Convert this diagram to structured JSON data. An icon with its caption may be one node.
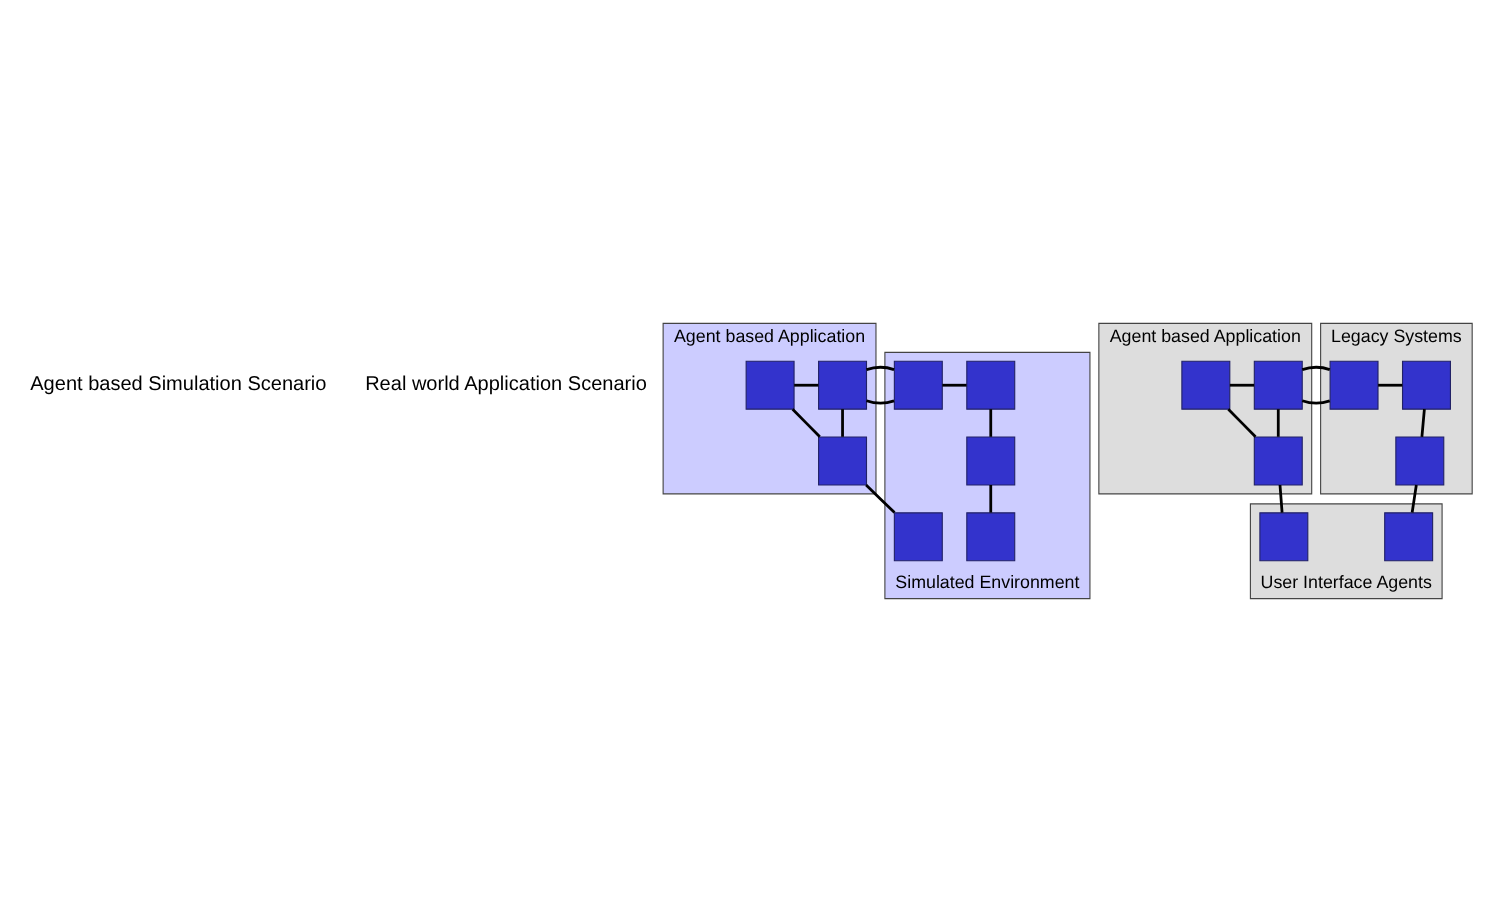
{
  "diagram": {
    "nodes": [
      {
        "text": [
          "Agent based Application"
        ]
      },
      {
        "text": [],
        "shape": "box",
        "in": 0
      },
      {
        "text": [],
        "shape": "box",
        "in": 0
      },
      {
        "text": [],
        "shape": "box",
        "in": 0
      },
      {
        "text": [
          "Simulated Environment"
        ]
      },
      {
        "text": [],
        "shape": "box",
        "in": 4
      },
      {
        "text": [],
        "shape": "box",
        "in": 4
      },
      {
        "text": [],
        "shape": "box",
        "in": 4
      },
      {
        "text": [],
        "shape": "box",
        "in": 4
      },
      {
        "text": [],
        "shape": "box",
        "in": 4
      },
      {
        "text": [
          "Agent based Application"
        ]
      },
      {
        "text": [],
        "shape": "box",
        "in": 10
      },
      {
        "text": [],
        "shape": "box",
        "in": 10
      },
      {
        "text": [],
        "shape": "box",
        "in": 10
      },
      {
        "text": [
          "Legacy Systems"
        ]
      },
      {
        "text": [],
        "shape": "box",
        "in": 14
      },
      {
        "text": [],
        "shape": "box",
        "in": 14
      },
      {
        "text": [],
        "shape": "box",
        "in": 14
      },
      {
        "text": [
          "User Interface Agents"
        ]
      },
      {
        "text": [],
        "shape": "box",
        "in": 18
      },
      {
        "text": [],
        "shape": "box",
        "in": 18
      }
    ],
    "edges": [
      {
        "from": 1,
        "to": 2,
        "arrow": "none"
      },
      {
        "from": 2,
        "to": 5,
        "arrow": "none"
      },
      {
        "from": 5,
        "to": 6,
        "arrow": "none"
      },
      {
        "from": 1,
        "to": 3,
        "arrow": "none"
      },
      {
        "from": 2,
        "to": 3,
        "arrow": "none"
      },
      {
        "from": 6,
        "to": 7,
        "arrow": "none"
      },
      {
        "from": 3,
        "to": 8,
        "arrow": "none"
      },
      {
        "from": 7,
        "to": 9,
        "arrow": "none"
      },
      {
        "from": 11,
        "to": 12,
        "arrow": "none"
      },
      {
        "from": 12,
        "to": 15,
        "arrow": "none"
      },
      {
        "from": 15,
        "to": 16,
        "arrow": "none"
      },
      {
        "from": 11,
        "to": 13,
        "arrow": "none"
      },
      {
        "from": 12,
        "to": 13,
        "arrow": "none"
      },
      {
        "from": 16,
        "to": 17,
        "arrow": "none"
      },
      {
        "from": 13,
        "to": 19,
        "arrow": "none"
      },
      {
        "from": 17,
        "to": 20,
        "arrow": "none"
      }
    ],
    "labels": [
      "Agent based Simulation Scenario",
      "Real world Application Scenario"
    ]
  }
}
